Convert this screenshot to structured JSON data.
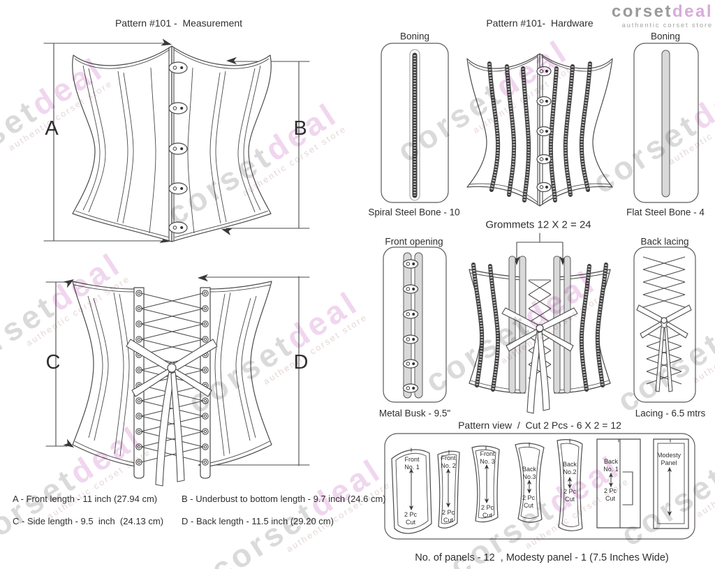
{
  "colors": {
    "line": "#4a4a4a",
    "logo_gray": "#9a9a9a",
    "logo_pink": "#d7abda",
    "wm_gray": "#dadada",
    "wm_pink": "#f0d6ee",
    "bone_fill": "#d9d9d9"
  },
  "logo": {
    "part1": "corset",
    "part2": "deal",
    "tagline": "authentic corset store"
  },
  "watermark": {
    "part1": "corset",
    "part2": "deal",
    "tagline": "authentic corset store"
  },
  "measurement": {
    "title": "Pattern #101 -  Measurement",
    "letters": {
      "a": "A",
      "b": "B",
      "c": "C",
      "d": "D"
    },
    "notes": {
      "a": "A - Front length - 11 inch (27.94 cm)",
      "b": "B - Underbust to bottom length - 9.7 inch (24.6 cm)",
      "c": "C - Side length - 9.5  inch  (24.13 cm)",
      "d": "D - Back length - 11.5 inch (29.20 cm)"
    }
  },
  "hardware": {
    "title": "Pattern #101-  Hardware",
    "boning_left_label": "Boning",
    "boning_left_caption": "Spiral Steel Bone - 10",
    "boning_right_label": "Boning",
    "boning_right_caption": "Flat Steel Bone - 4",
    "grommets_caption": "Grommets 12 X 2 = 24",
    "front_opening_label": "Front opening",
    "busk_caption": "Metal Busk - 9.5\"",
    "back_lacing_label": "Back lacing",
    "lacing_caption": "Lacing - 6.5 mtrs"
  },
  "pattern_view": {
    "title": "Pattern view  /  Cut 2 Pcs - 6 X 2 = 12",
    "footer": "No. of panels - 12  , Modesty panel - 1 (7.5 Inches Wide)",
    "pieces": [
      {
        "name": "Front\nNo. 1",
        "cut": "2 Pc\nCut"
      },
      {
        "name": "Front\nNo. 2",
        "cut": "2 Pc\nCut"
      },
      {
        "name": "Front\nNo. 3",
        "cut": "2 Pc\nCut"
      },
      {
        "name": "Back\nNo.3",
        "cut": "2 Pc\nCut"
      },
      {
        "name": "Back\nNo.2",
        "cut": "2 Pc\nCut"
      },
      {
        "name": "Back\nNo. 1",
        "cut": "2 Pc\nCut"
      },
      {
        "name": "Modesty\nPanel",
        "cut": ""
      }
    ]
  }
}
